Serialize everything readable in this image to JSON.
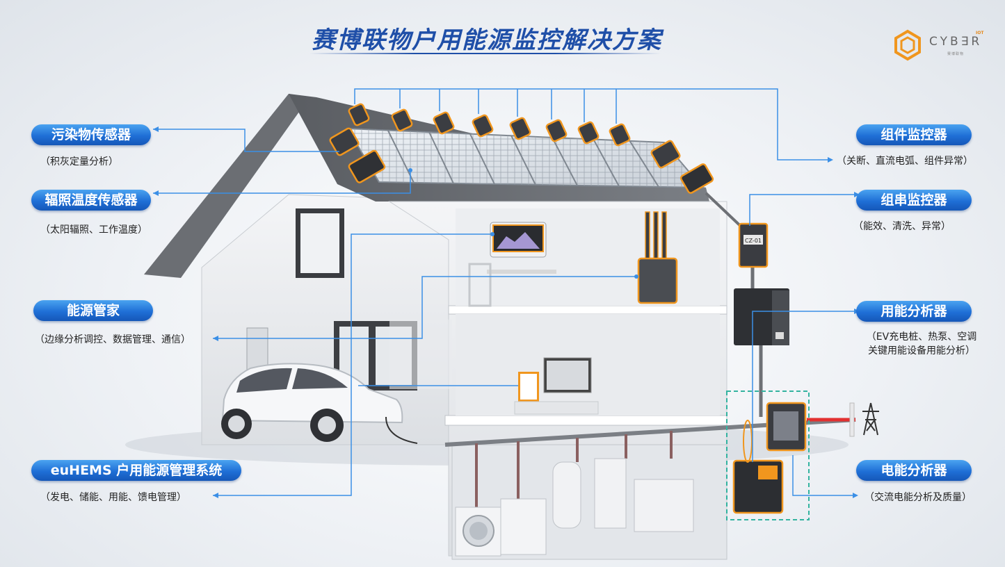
{
  "title": "赛博联物户用能源监控解决方案",
  "logo": {
    "text": "CYB∃R",
    "superscript": "IOT",
    "tagline": "赛博联物"
  },
  "left_labels": [
    {
      "name": "污染物传感器",
      "desc": "（积灰定量分析）"
    },
    {
      "name": "辐照温度传感器",
      "desc": "（太阳辐照、工作温度）"
    },
    {
      "name": "能源管家",
      "desc": "（边缘分析调控、数据管理、通信）"
    },
    {
      "name": "euHEMS 户用能源管理系统",
      "desc": "（发电、储能、用能、馈电管理）"
    }
  ],
  "right_labels": [
    {
      "name": "组件监控器",
      "desc": "（关断、直流电弧、组件异常）"
    },
    {
      "name": "组串监控器",
      "desc": "（能效、清洗、异常）"
    },
    {
      "name": "用能分析器",
      "desc_line1": "（EV充电桩、热泵、空调",
      "desc_line2": "关键用能设备用能分析）"
    },
    {
      "name": "电能分析器",
      "desc": "（交流电能分析及质量）"
    }
  ],
  "device_labels": {
    "string_monitor": "CZ-01"
  },
  "colors": {
    "accent": "#1f6fd6",
    "title": "#1f4fa8",
    "device_orange": "#f0961e",
    "line": "#3b8fe6"
  }
}
